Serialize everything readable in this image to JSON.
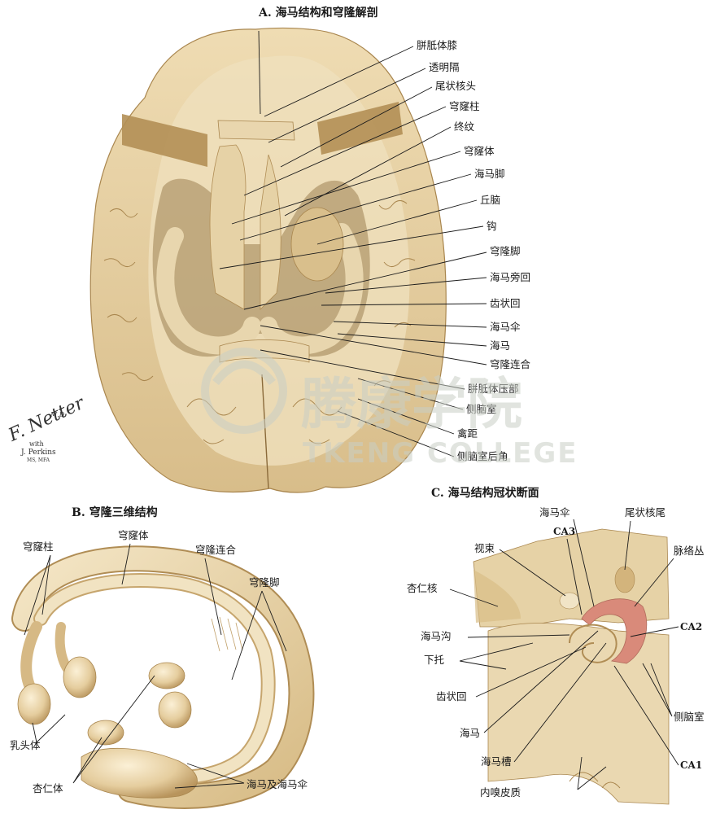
{
  "panel_a": {
    "title": "A. 海马结构和穹隆解剖",
    "labels": [
      "胼胝体膝",
      "透明隔",
      "尾状核头",
      "穹窿柱",
      "终纹",
      "穹窿体",
      "海马脚",
      "丘脑",
      "钩",
      "穹隆脚",
      "海马旁回",
      "齿状回",
      "海马伞",
      "海马",
      "穹隆连合",
      "胼胝体压部",
      "侧脑室",
      "禽距",
      "侧脑室后角"
    ]
  },
  "panel_b": {
    "title": "B. 穹隆三维结构",
    "labels": {
      "fornix_column": "穹窿柱",
      "fornix_body": "穹窿体",
      "commissure": "穹隆连合",
      "crus": "穹隆脚",
      "mammillary": "乳头体",
      "amygdala": "杏仁体",
      "hippo_fimbria": "海马及海马伞"
    }
  },
  "panel_c": {
    "title": "C. 海马结构冠状断面",
    "labels": {
      "fimbria": "海马伞",
      "ca3": "CA3",
      "caudate_tail": "尾状核尾",
      "optic_tract": "视束",
      "choroid": "脉络丛",
      "amygdala": "杏仁核",
      "ca2": "CA2",
      "sulcus": "海马沟",
      "subiculum": "下托",
      "dentate": "齿状回",
      "hippocampus": "海马",
      "fissure": "海马槽",
      "ventricle": "侧脑室",
      "ca1": "CA1",
      "entorhinal": "内嗅皮质"
    }
  },
  "signature": {
    "name": "F. Netter",
    "md": "M.D.",
    "with": "with",
    "coauthor": "J. Perkins",
    "coauthor_title": "MS, MFA"
  },
  "watermark": {
    "cn": "腾康学院",
    "en": "TKENG COLLEGE"
  },
  "colors": {
    "tissue": "#dfc79a",
    "tissue_light": "#eedcb6",
    "tissue_dark": "#b48f55",
    "cut": "#c9aa72",
    "shadow": "#8a6a3a",
    "pink": "#d98a7a",
    "watermark": "#c9cfc6"
  }
}
